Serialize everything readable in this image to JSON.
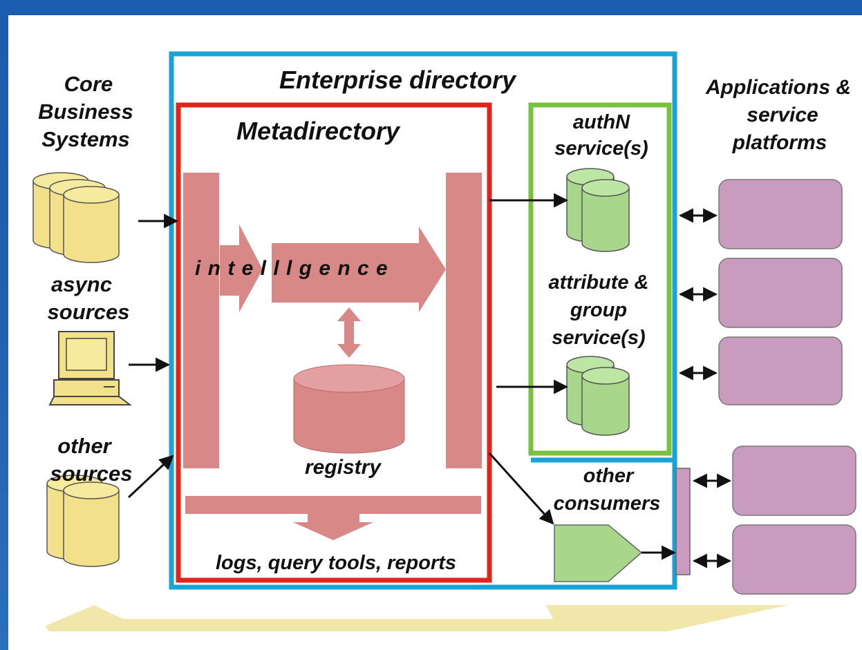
{
  "sources": {
    "core": [
      "Core",
      "Business",
      "Systems"
    ],
    "async": [
      "async",
      "sources"
    ],
    "other": [
      "other",
      "sources"
    ]
  },
  "enterprise_directory": "Enterprise directory",
  "metadirectory": "Metadirectory",
  "intelligence": "i n t e l l l g e n c e",
  "registry": "registry",
  "logs": "logs, query tools, reports",
  "authn": [
    "authN",
    "service(s)"
  ],
  "attribute": [
    "attribute &",
    "group",
    "service(s)"
  ],
  "applications": [
    "Applications &",
    "service",
    "platforms"
  ],
  "other_consumers": [
    "other",
    "consumers"
  ],
  "colors": {
    "background": "#1d56a6",
    "enterprise_border": "#1aa3d6",
    "metadirectory_border": "#e3241b",
    "services_border": "#7ac13f",
    "flow": "#d98888",
    "db_yellow": "#f3e08a",
    "db_green": "#a8d68a",
    "app_box": "#c99cbf",
    "bottom_arrow": "#f1e6a6"
  }
}
